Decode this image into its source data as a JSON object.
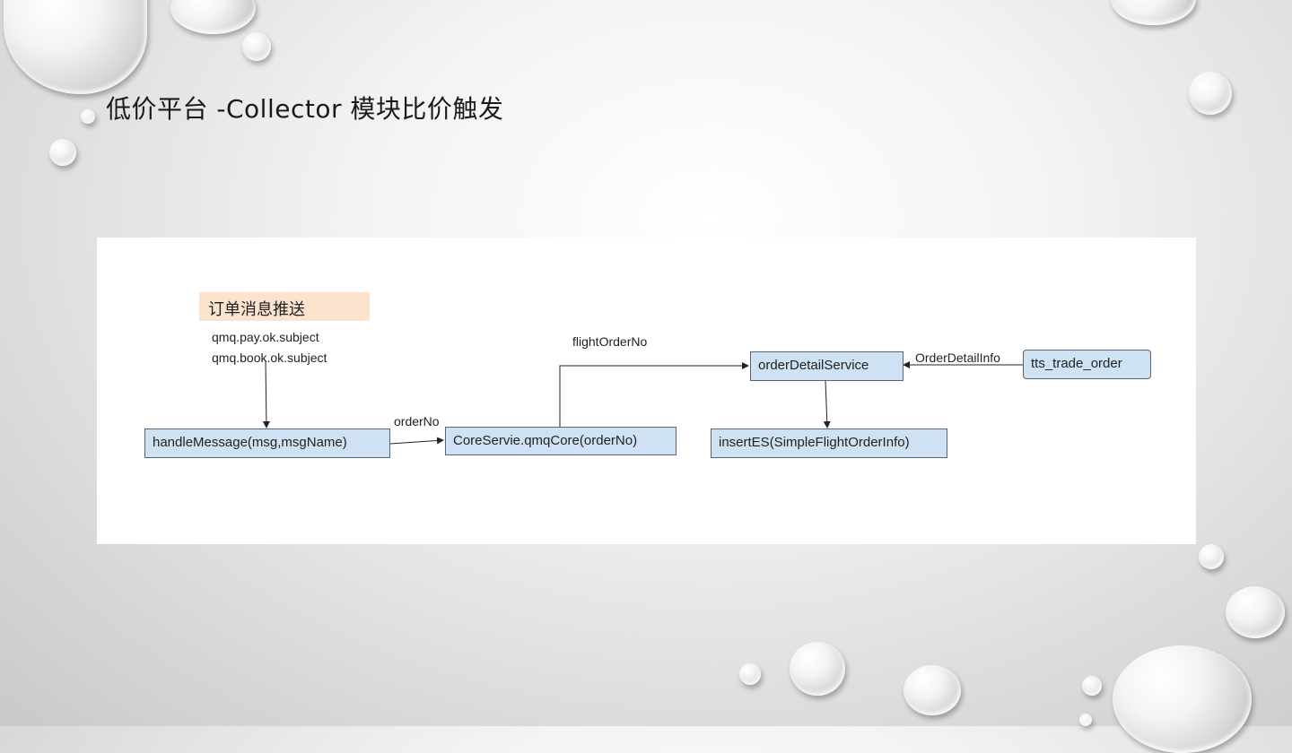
{
  "slide": {
    "title": "低价平台 -Collector 模块比价触发"
  },
  "diagram": {
    "tag": "订单消息推送",
    "subjects": [
      "qmq.pay.ok.subject",
      "qmq.book.ok.subject"
    ],
    "nodes": {
      "handle_message": "handleMessage(msg,msgName)",
      "core_service": "CoreServie.qmqCore(orderNo)",
      "order_detail_service": "orderDetailService",
      "insert_es": "insertES(SimpleFlightOrderInfo)",
      "tts_trade_order": "tts_trade_order"
    },
    "edge_labels": {
      "order_no": "orderNo",
      "flight_order_no": "flightOrderNo",
      "order_detail_info": "OrderDetailInfo"
    }
  }
}
